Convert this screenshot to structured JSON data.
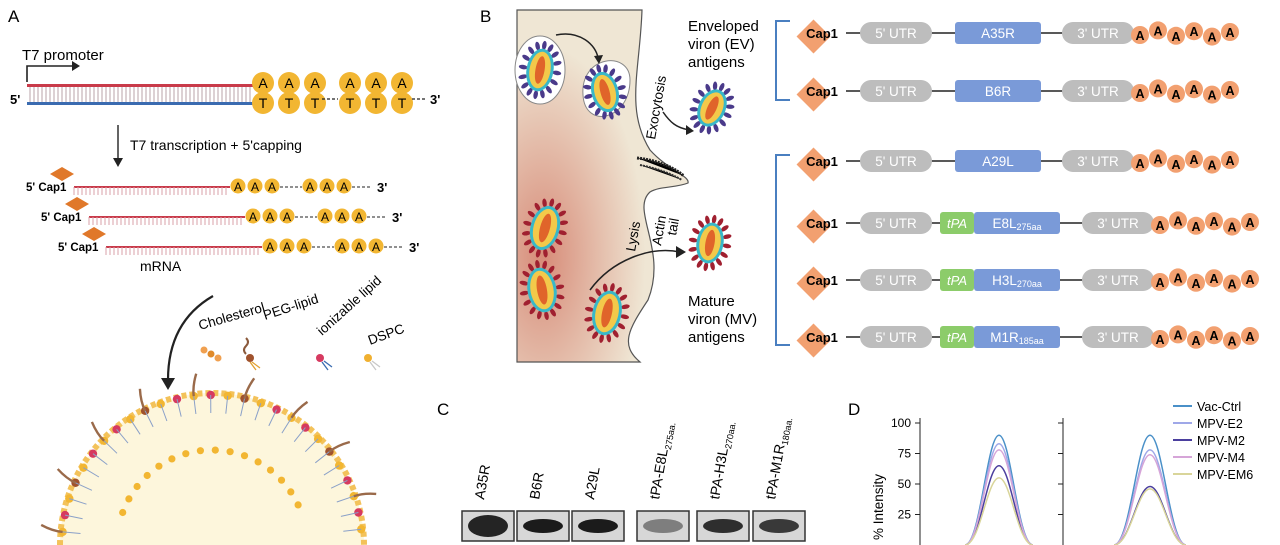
{
  "panels": {
    "a": "A",
    "b": "B",
    "c": "C",
    "d": "D"
  },
  "panel_a": {
    "promoter": "T7 promoter",
    "five_prime": "5'",
    "three_prime": "3'",
    "aaa": [
      "A",
      "A",
      "A"
    ],
    "ttt": [
      "T",
      "T",
      "T"
    ],
    "transcription": "T7 transcription + 5'capping",
    "cap_label": "5' Cap1",
    "mrna": "mRNA",
    "lipids": [
      "Cholesterol",
      "PEG-lipid",
      "ionizable lipid",
      "DSPC"
    ]
  },
  "panel_b": {
    "exocytosis": "Exocytosis",
    "lysis": "Lysis",
    "actin_tail": [
      "Actin",
      "tail"
    ],
    "ev_label": [
      "Enveloped",
      "viron (EV)",
      "antigens"
    ],
    "mv_label": [
      "Mature",
      "viron (MV)",
      "antigens"
    ],
    "cap": "Cap1",
    "utr5": "5' UTR",
    "utr3": "3' UTR",
    "tpa": "tPA",
    "constructs": [
      {
        "name": "A35R",
        "sub": "",
        "tpa": false
      },
      {
        "name": "B6R",
        "sub": "",
        "tpa": false
      },
      {
        "name": "A29L",
        "sub": "",
        "tpa": false
      },
      {
        "name": "E8L",
        "sub": "275aa",
        "tpa": true
      },
      {
        "name": "H3L",
        "sub": "270aa",
        "tpa": true
      },
      {
        "name": "M1R",
        "sub": "185aa",
        "tpa": true
      }
    ],
    "polyA": [
      "A",
      "A",
      "A",
      "A",
      "A",
      "A"
    ]
  },
  "panel_c": {
    "lanes": [
      {
        "name": "A35R",
        "sub": ""
      },
      {
        "name": "B6R",
        "sub": ""
      },
      {
        "name": "A29L",
        "sub": ""
      },
      {
        "name": "tPA-E8L",
        "sub": "275aa."
      },
      {
        "name": "tPA-H3L",
        "sub": "270aa."
      },
      {
        "name": "tPA-M1R",
        "sub": "180aa."
      }
    ]
  },
  "panel_d": {
    "ylabel": "% Intensity",
    "yticks": [
      "100",
      "75",
      "50",
      "25"
    ]
  },
  "chart_data": {
    "type": "line",
    "ylabel": "% Intensity",
    "ylim": [
      0,
      100
    ],
    "yticks": [
      25,
      50,
      75,
      100
    ],
    "legend_position": "top-right",
    "series": [
      {
        "name": "Vac-Ctrl",
        "color": "#4a90c8",
        "peak_left": 90,
        "peak_right": 90
      },
      {
        "name": "MPV-E2",
        "color": "#9fa8e8",
        "peak_left": 83,
        "peak_right": 78
      },
      {
        "name": "MPV-M2",
        "color": "#4b3f9e",
        "peak_left": 65,
        "peak_right": 48
      },
      {
        "name": "MPV-M4",
        "color": "#d6a5d8",
        "peak_left": 78,
        "peak_right": 74
      },
      {
        "name": "MPV-EM6",
        "color": "#d9d59a",
        "peak_left": 55,
        "peak_right": 46
      }
    ]
  }
}
